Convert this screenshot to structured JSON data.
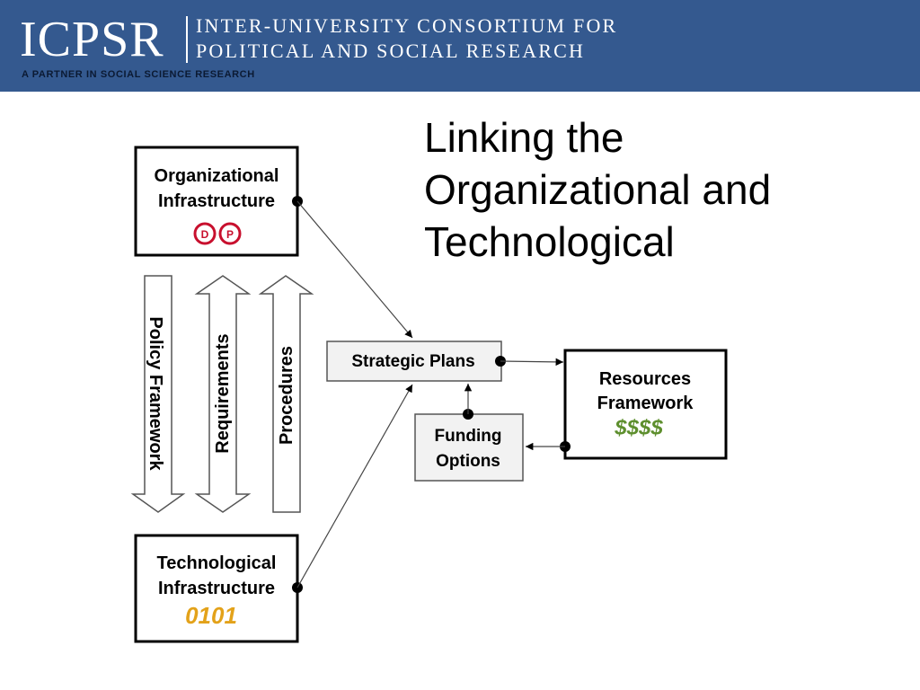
{
  "header": {
    "logo": "ICPSR",
    "org_line1": "INTER-UNIVERSITY CONSORTIUM FOR",
    "org_line2": "POLITICAL AND SOCIAL RESEARCH",
    "tagline": "A PARTNER IN SOCIAL SCIENCE RESEARCH"
  },
  "title": {
    "line1": "Linking the",
    "line2": "Organizational and",
    "line3": "Technological"
  },
  "diagram": {
    "org_infra": {
      "line1": "Organizational",
      "line2": "Infrastructure",
      "logo_d": "D",
      "logo_p": "P"
    },
    "tech_infra": {
      "line1": "Technological",
      "line2": "Infrastructure",
      "symbol": "0101"
    },
    "strategic_plans": "Strategic Plans",
    "resources": {
      "line1": "Resources",
      "line2": "Framework",
      "symbol": "$$$$"
    },
    "funding": {
      "line1": "Funding",
      "line2": "Options"
    },
    "arrows": {
      "policy": "Policy Framework",
      "requirements": "Requirements",
      "procedures": "Procedures"
    }
  },
  "colors": {
    "banner": "#34598f",
    "logo_red": "#c8102e",
    "symbol_gold": "#e3a21a",
    "symbol_green": "#5e8f2e"
  }
}
